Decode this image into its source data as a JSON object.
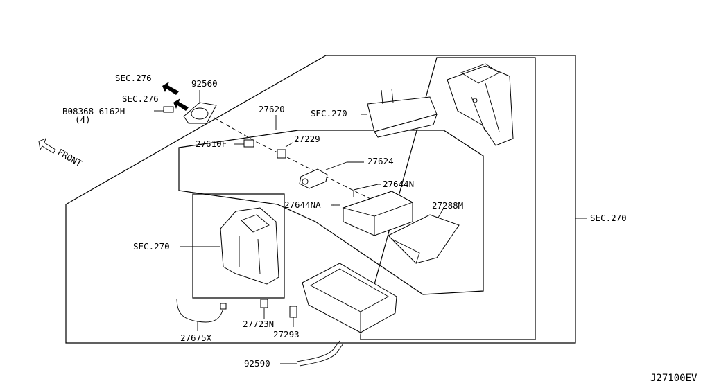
{
  "labels": {
    "sec276_a": "SEC.276",
    "sec276_b": "SEC.276",
    "p92560": "92560",
    "bolt": "B08368-6162H",
    "bolt_qty": "(4)",
    "front": "FRONT",
    "p27620": "27620",
    "sec270_top": "SEC.270",
    "p27610f": "27610F",
    "p27229": "27229",
    "p27624": "27624",
    "p27644n": "27644N",
    "p27644na": "27644NA",
    "p27288m": "27288M",
    "sec270_left": "SEC.270",
    "sec270_right": "SEC.270",
    "p27723n": "27723N",
    "p27293": "27293",
    "p27675x": "27675X",
    "p92590": "92590",
    "diagram_id": "J27100EV"
  }
}
